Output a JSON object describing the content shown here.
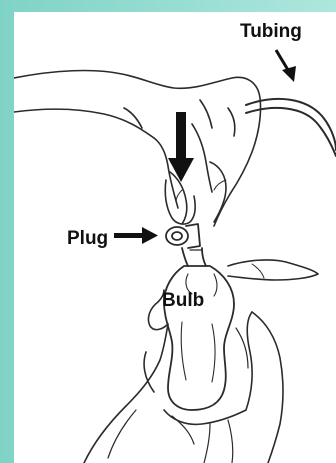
{
  "labels": {
    "tubing": "Tubing",
    "plug": "Plug",
    "bulb": "Bulb"
  },
  "colors": {
    "frame": "#8ed8cc",
    "panel": "#ffffff",
    "ink": "#111111"
  }
}
